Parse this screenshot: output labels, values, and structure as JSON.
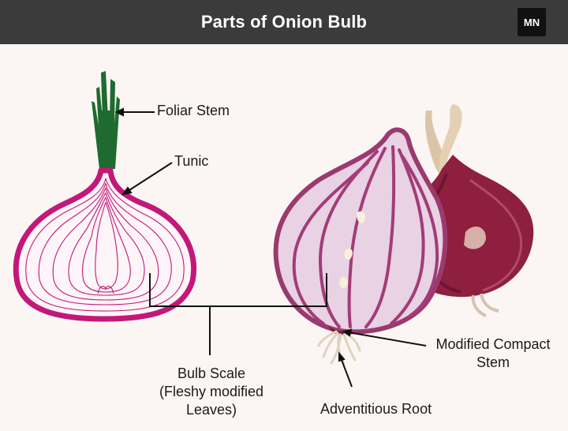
{
  "header": {
    "title": "Parts of Onion Bulb",
    "logo": "MN"
  },
  "labels": {
    "foliar_stem": "Foliar Stem",
    "tunic": "Tunic",
    "bulb_scale_line1": "Bulb Scale",
    "bulb_scale_line2": "(Fleshy modified",
    "bulb_scale_line3": "Leaves)",
    "compact_stem_line1": "Modified Compact",
    "compact_stem_line2": "Stem",
    "adventitious_root": "Adventitious Root"
  },
  "colors": {
    "tunic": "#c2187a",
    "foliar": "#1f6b2f",
    "onion_red": "#8e1f3f",
    "onion_purple": "#a23c78",
    "header": "#3b3b3b"
  }
}
